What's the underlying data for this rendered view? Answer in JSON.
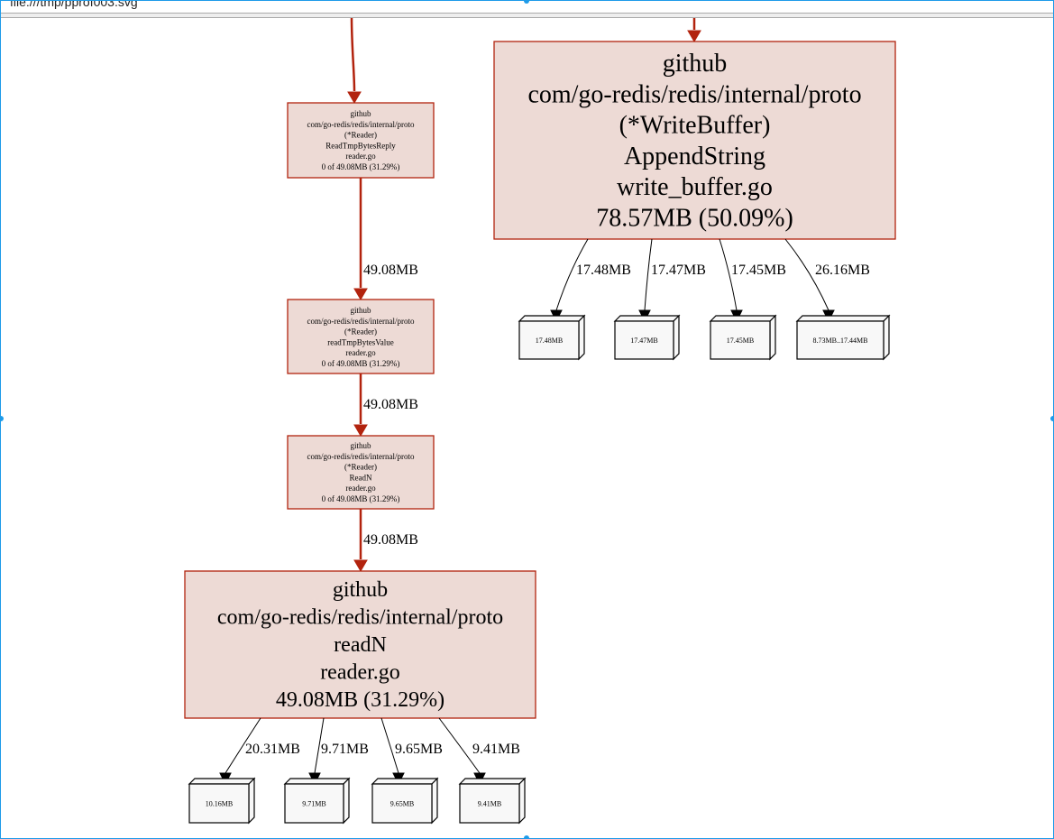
{
  "window": {
    "title": "file:///tmp/pprof003.svg"
  },
  "colors": {
    "hot_edge": "#b2230e",
    "hot_node_fill": "#eddad5",
    "hot_node_border": "#b2230e",
    "leaf_fill": "#f8f8f8",
    "window_border": "#1e9be9"
  },
  "nodes": [
    {
      "lines": [
        "github",
        "com/go-redis/redis/internal/proto",
        "(*Reader)",
        "ReadTmpBytesReply",
        "reader.go",
        "0 of 49.08MB (31.29%)"
      ]
    },
    {
      "lines": [
        "github",
        "com/go-redis/redis/internal/proto",
        "(*Reader)",
        "readTmpBytesValue",
        "reader.go",
        "0 of 49.08MB (31.29%)"
      ]
    },
    {
      "lines": [
        "github",
        "com/go-redis/redis/internal/proto",
        "(*Reader)",
        "ReadN",
        "reader.go",
        "0 of 49.08MB (31.29%)"
      ]
    },
    {
      "lines": [
        "github",
        "com/go-redis/redis/internal/proto",
        "readN",
        "reader.go",
        "49.08MB (31.29%)"
      ]
    },
    {
      "lines": [
        "github",
        "com/go-redis/redis/internal/proto",
        "(*WriteBuffer)",
        "AppendString",
        "write_buffer.go",
        "78.57MB (50.09%)"
      ]
    }
  ],
  "edges": [
    {
      "label": ""
    },
    {
      "label": "49.08MB"
    },
    {
      "label": "49.08MB"
    },
    {
      "label": "49.08MB"
    },
    {
      "label": ""
    }
  ],
  "writebuffer_leaves": [
    {
      "edge_label": "17.48MB",
      "box_label": "17.48MB"
    },
    {
      "edge_label": "17.47MB",
      "box_label": "17.47MB"
    },
    {
      "edge_label": "17.45MB",
      "box_label": "17.45MB"
    },
    {
      "edge_label": "26.16MB",
      "box_label": "8.73MB..17.44MB"
    }
  ],
  "readn_leaves": [
    {
      "edge_label": "20.31MB",
      "box_label": "10.16MB"
    },
    {
      "edge_label": "9.71MB",
      "box_label": "9.71MB"
    },
    {
      "edge_label": "9.65MB",
      "box_label": "9.65MB"
    },
    {
      "edge_label": "9.41MB",
      "box_label": "9.41MB"
    }
  ]
}
